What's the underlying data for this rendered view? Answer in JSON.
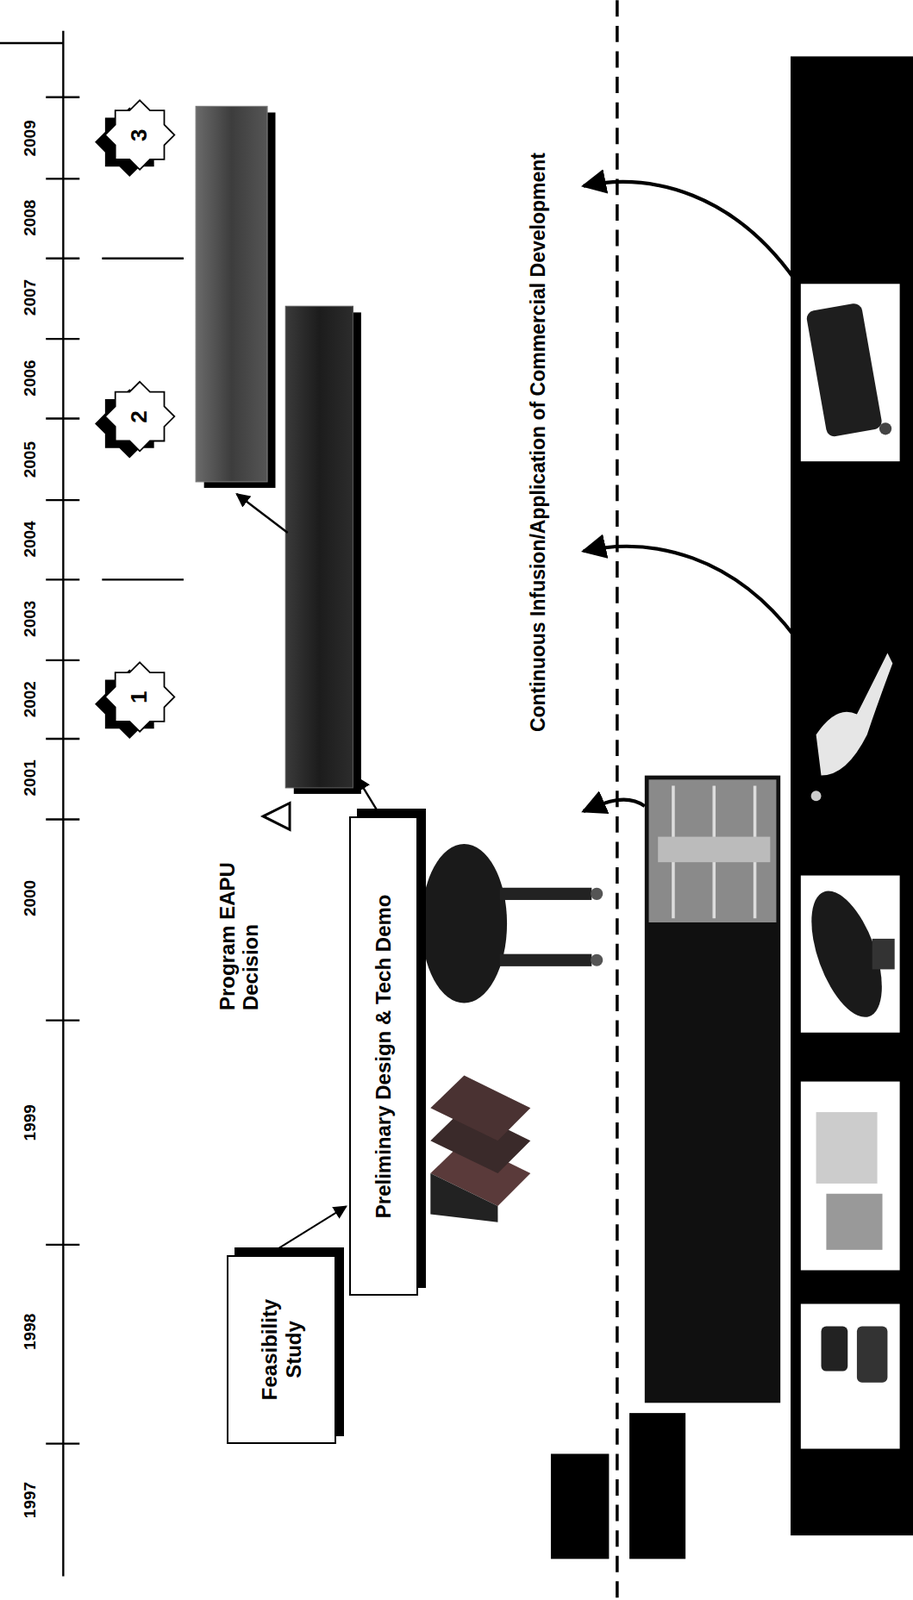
{
  "diagram": {
    "nodes": [
      {
        "text": [
          "Feasibility Study"
        ]
      },
      {
        "text": [
          "Preliminary Design & Tech Demo"
        ]
      }
    ],
    "edges": [
      {
        "from": 0,
        "to": 1,
        "arrow": "to"
      }
    ],
    "labels": [
      "1997",
      "1998",
      "1999",
      "2000",
      "2001",
      "2002",
      "2003",
      "2004",
      "2005",
      "2006",
      "2007",
      "2008",
      "2009",
      "Program EAPU Decision",
      "1",
      "2",
      "3",
      "Continuous Infusion/Application of Commercial Development"
    ]
  }
}
